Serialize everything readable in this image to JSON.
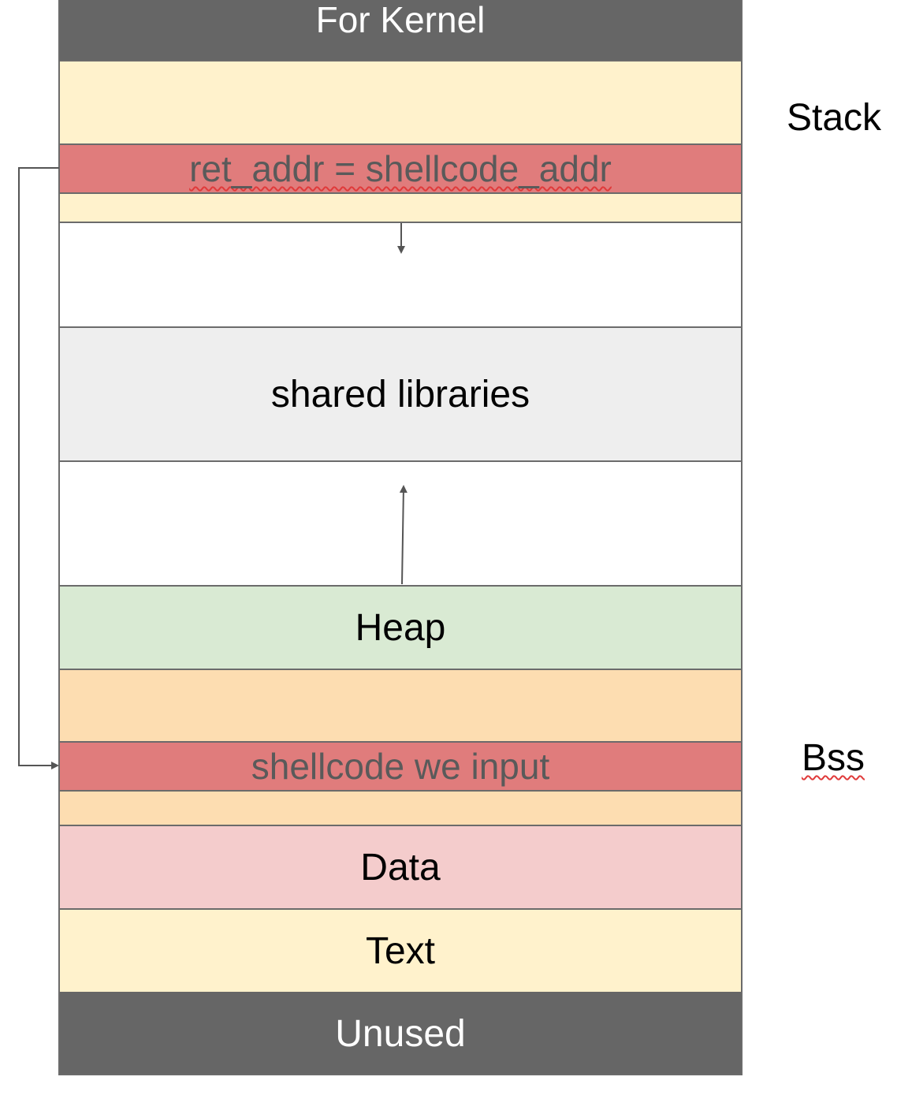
{
  "segments": {
    "kernel": "For Kernel",
    "ret_addr": "ret_addr = shellcode_addr",
    "shared_libraries": "shared libraries",
    "heap": "Heap",
    "shellcode": "shellcode we input",
    "data": "Data",
    "text": "Text",
    "unused": "Unused"
  },
  "side_labels": {
    "stack": "Stack",
    "bss": "Bss"
  },
  "colors": {
    "kernel_bg": "#666666",
    "stack_bg": "#fff2cc",
    "ret_addr_bg": "#e07c7c",
    "free_bg": "#ffffff",
    "shared_bg": "#eeeeee",
    "heap_bg": "#d9ead3",
    "bss_bg": "#fdddb1",
    "shellcode_bg": "#e07c7c",
    "data_bg": "#f4cccc",
    "text_bg": "#fff2cc",
    "unused_bg": "#666666",
    "line": "#555555"
  }
}
